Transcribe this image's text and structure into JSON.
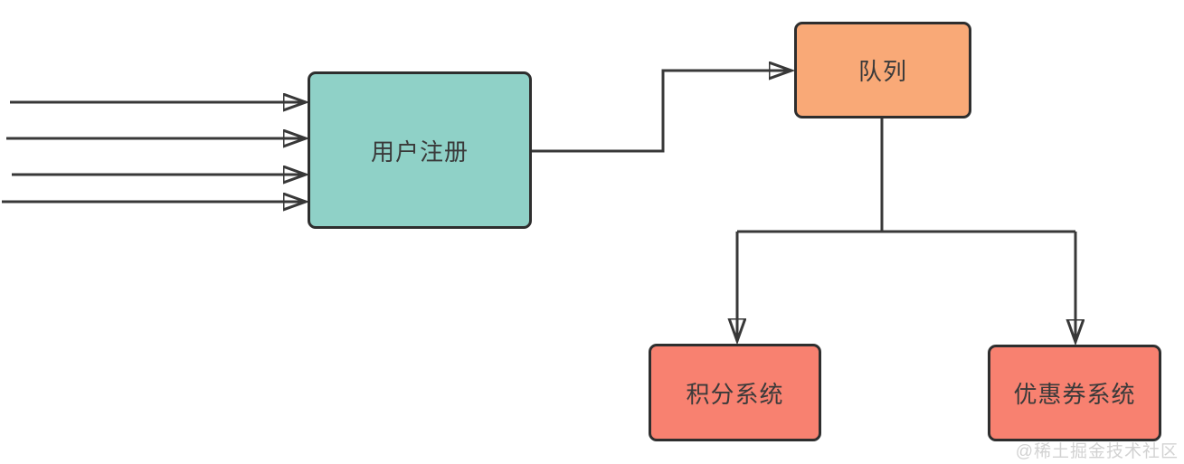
{
  "nodes": {
    "user_register": {
      "label": "用户注册",
      "fill": "#8fd1c7"
    },
    "queue": {
      "label": "队列",
      "fill": "#f9a977"
    },
    "points_system": {
      "label": "积分系统",
      "fill": "#f88170"
    },
    "coupon_system": {
      "label": "优惠券系统",
      "fill": "#f88170"
    }
  },
  "watermark": {
    "text": "@稀土掘金技术社区",
    "color": "#d2d2d2"
  },
  "colors": {
    "stroke": "#383838",
    "node_border": "#2e2e2e",
    "background": "#ffffff",
    "text": "#3a3a3a"
  }
}
